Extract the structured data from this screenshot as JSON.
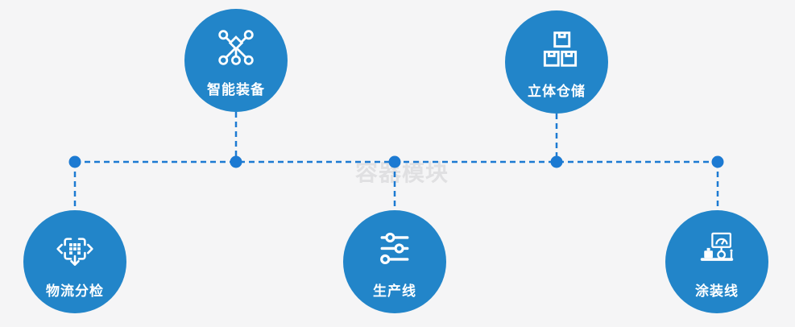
{
  "watermark": {
    "text": "容器模块"
  },
  "colors": {
    "background": "#f5f5f6",
    "circle_fill": "#2285c9",
    "connector": "#1c7ad2",
    "label_text": "#ffffff",
    "watermark_text": "#e0e0e2"
  },
  "nodes": [
    {
      "label": "智能装备",
      "icon": "network-nodes-icon",
      "position": "top-left"
    },
    {
      "label": "立体仓储",
      "icon": "stacked-boxes-icon",
      "position": "top-right"
    },
    {
      "label": "物流分检",
      "icon": "sort-dispatch-icon",
      "position": "bottom-left"
    },
    {
      "label": "生产线",
      "icon": "sliders-icon",
      "position": "bottom-center"
    },
    {
      "label": "涂装线",
      "icon": "coating-machine-icon",
      "position": "bottom-right"
    }
  ]
}
